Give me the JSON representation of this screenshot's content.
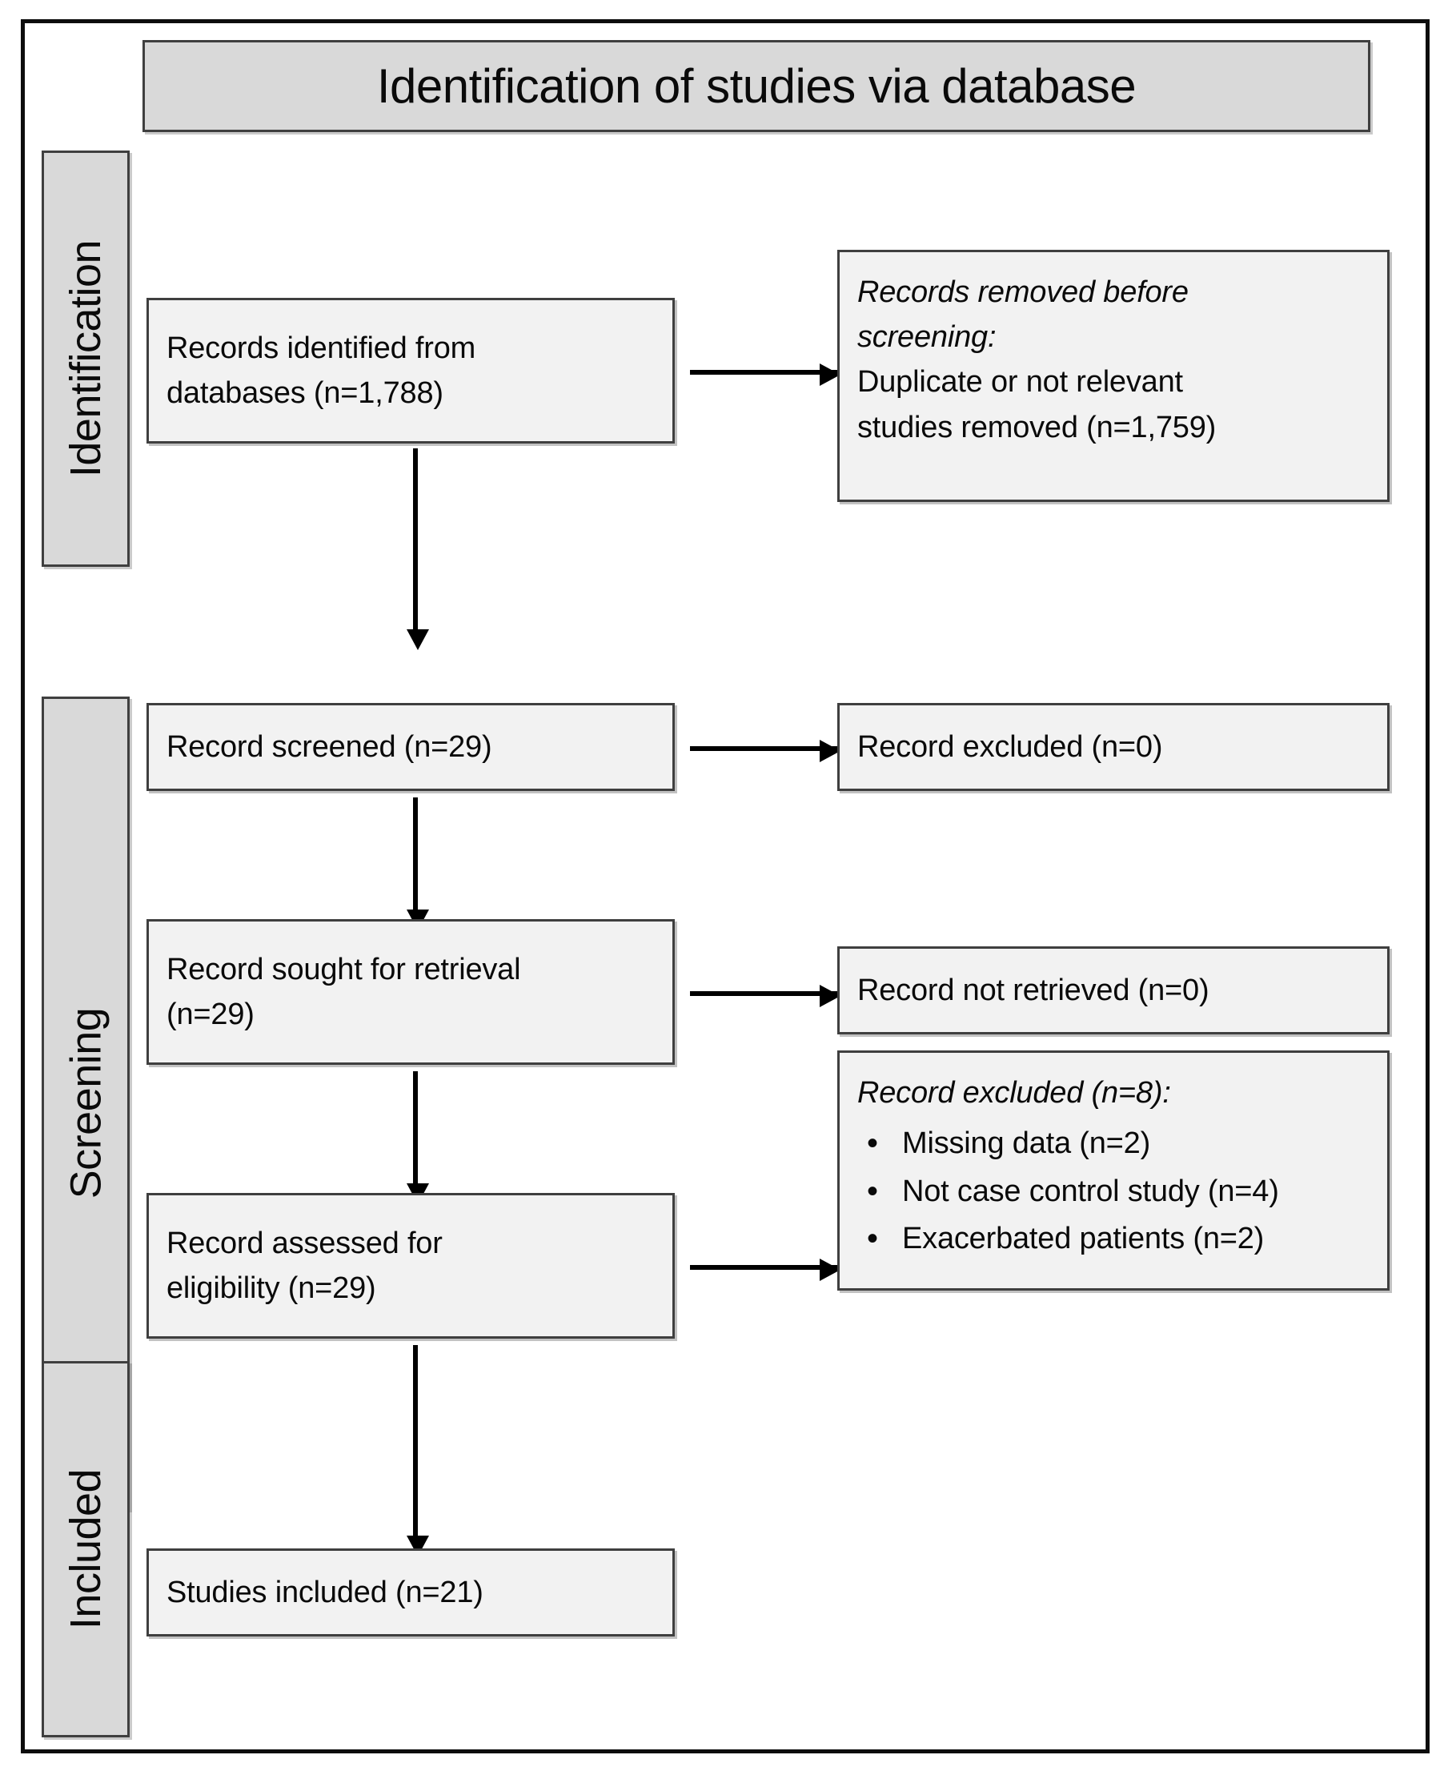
{
  "diagram": {
    "title": "Identification of studies via database",
    "stages": [
      {
        "label": "Identification"
      },
      {
        "label": "Screening"
      },
      {
        "label": "Included"
      }
    ],
    "boxes": {
      "records_identified": {
        "line1": "Records identified from",
        "line2": "databases (n=1,788)"
      },
      "records_removed": {
        "line1": "Records removed before",
        "line2": "screening:",
        "line3": "Duplicate or not relevant",
        "line4": "studies removed (n=1,759)"
      },
      "record_screened": {
        "line1": "Record screened (n=29)"
      },
      "record_excluded_zero": {
        "line1": "Record excluded (n=0)"
      },
      "record_sought": {
        "line1": "Record sought for retrieval",
        "line2": "(n=29)"
      },
      "record_not_retrieved": {
        "line1": "Record not retrieved  (n=0)"
      },
      "record_assessed": {
        "line1": "Record assessed for",
        "line2": "eligibility (n=29)"
      },
      "record_excluded_eight": {
        "heading": "Record excluded (n=8):",
        "items": [
          "Missing data (n=2)",
          "Not case control study (n=4)",
          "Exacerbated patients (n=2)"
        ]
      },
      "studies_included": {
        "line1": "Studies included (n=21)"
      }
    },
    "colors": {
      "stage_fill": "#d9d9d9",
      "box_fill": "#f2f2f2",
      "border": "#3f3f3f",
      "frame": "#0d0d0d",
      "arrow": "#000000",
      "text": "#0a0a0a"
    }
  }
}
